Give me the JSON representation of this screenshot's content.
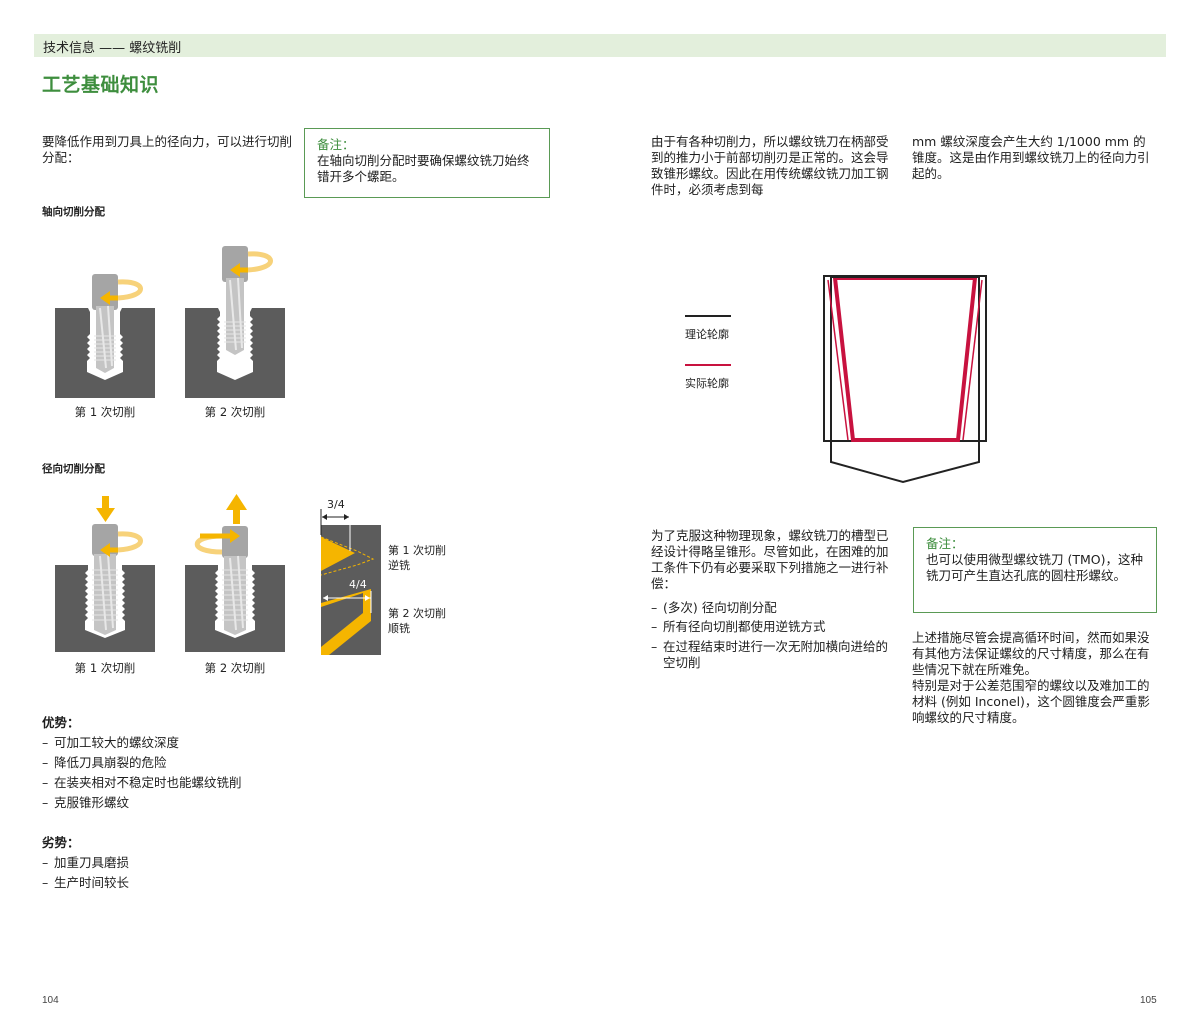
{
  "header": {
    "section_label": "技术信息 —— 螺纹铣削"
  },
  "page_title": "工艺基础知识",
  "left_page": {
    "intro": "要降低作用到刀具上的径向力，可以进行切削分配：",
    "note_top": {
      "title": "备注：",
      "body": "在轴向切削分配时要确保螺纹铣刀始终错开多个螺距。"
    },
    "axial": {
      "heading": "轴向切削分配",
      "captions": [
        "第 1 次切削",
        "第 2 次切削"
      ]
    },
    "radial": {
      "heading": "径向切削分配",
      "captions": [
        "第 1 次切削",
        "第 2 次切削"
      ],
      "detail": {
        "dim_top": "3/4",
        "dim_bottom": "4/4",
        "pass1_line1": "第 1 次切削",
        "pass1_line2": "逆铣",
        "pass2_line1": "第 2 次切削",
        "pass2_line2": "顺铣"
      }
    },
    "advantages": {
      "title": "优势：",
      "items": [
        "可加工较大的螺纹深度",
        "降低刀具崩裂的危险",
        "在装夹相对不稳定时也能螺纹铣削",
        "克服锥形螺纹"
      ]
    },
    "disadvantages": {
      "title": "劣势：",
      "items": [
        "加重刀具磨损",
        "生产时间较长"
      ]
    },
    "page_number": "104"
  },
  "right_page": {
    "para1_col1": "由于有各种切削力，所以螺纹铣刀在柄部受到的推力小于前部切削刃是正常的。这会导致锥形螺纹。因此在用传统螺纹铣刀加工钢件时，必须考虑到每",
    "para1_col2": "mm 螺纹深度会产生大约 1/1000 mm 的锥度。这是由作用到螺纹铣刀上的径向力引起的。",
    "legend": {
      "theoretical": {
        "label": "理论轮廓",
        "color": "#222222"
      },
      "actual": {
        "label": "实际轮廓",
        "color": "#c8123f"
      }
    },
    "para2": "为了克服这种物理现象，螺纹铣刀的槽型已经设计得略呈锥形。尽管如此，在困难的加工条件下仍有必要采取下列措施之一进行补偿：",
    "measures": [
      "(多次) 径向切削分配",
      "所有径向切削都使用逆铣方式",
      "在过程结束时进行一次无附加横向进给的空切削"
    ],
    "note_right": {
      "title": "备注：",
      "body": "也可以使用微型螺纹铣刀 (TMO)，这种铣刀可产生直达孔底的圆柱形螺纹。"
    },
    "para3": "上述措施尽管会提高循环时间，然而如果没有其他方法保证螺纹的尺寸精度，那么在有些情况下就在所难免。",
    "para4": "特别是对于公差范围窄的螺纹以及难加工的材料 (例如 Inconel)，这个圆锥度会严重影响螺纹的尺寸精度。",
    "page_number": "105"
  },
  "colors": {
    "accent_green": "#3e8e3e",
    "header_band": "#e3efdc",
    "note_border": "#5a9a55",
    "workpiece_gray": "#5c5c5c",
    "tool_gray": "#a9a9a9",
    "arrow_yellow": "#f5b500",
    "actual_red": "#c8123f"
  }
}
